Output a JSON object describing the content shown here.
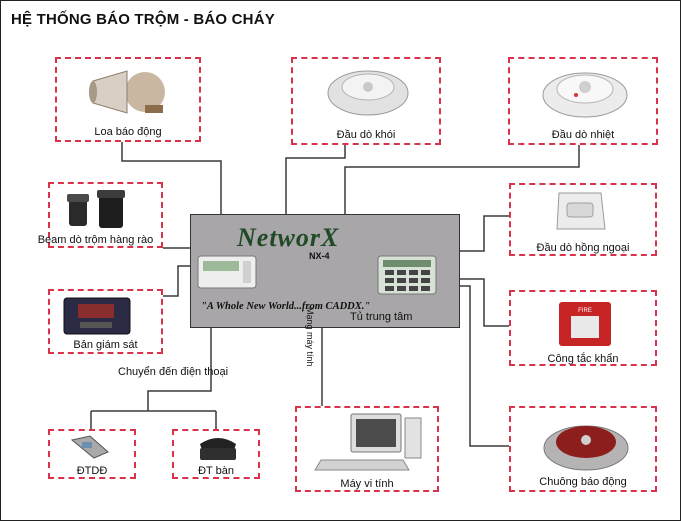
{
  "title": "HỆ THỐNG BÁO TRỘM - BÁO CHÁY",
  "center": {
    "brand": "NetworX",
    "model": "NX-4",
    "slogan": "\"A Whole New World...from CADDX.\"",
    "label": "Tủ trung tâm"
  },
  "network_label": "Mạng máy tính",
  "phone_route_label": "Chuyển đến điện thoại",
  "devices": {
    "speaker": "Loa báo động",
    "smoke": "Đầu dò khói",
    "heat": "Đầu dò nhiệt",
    "beam": "Beam dò trộm hàng rào",
    "pir": "Đầu dò hồng ngoại",
    "monitor": "Bản giám sát",
    "fire_switch": "Công tắc khẩn",
    "mobile": "ĐTDĐ",
    "desk_phone": "ĐT bàn",
    "computer": "Máy vi tính",
    "bell": "Chuông báo động"
  },
  "colors": {
    "dash_border": "#d9334b",
    "wire": "#3a3a3a",
    "panel_gray": "#a8a6a8",
    "brand_green": "#1f4a25"
  },
  "icons": [
    "speaker-icon",
    "smoke-detector-icon",
    "heat-detector-icon",
    "beam-sensor-icon",
    "pir-sensor-icon",
    "monitor-panel-icon",
    "fire-switch-icon",
    "mobile-phone-icon",
    "desk-phone-icon",
    "computer-icon",
    "bell-icon"
  ]
}
